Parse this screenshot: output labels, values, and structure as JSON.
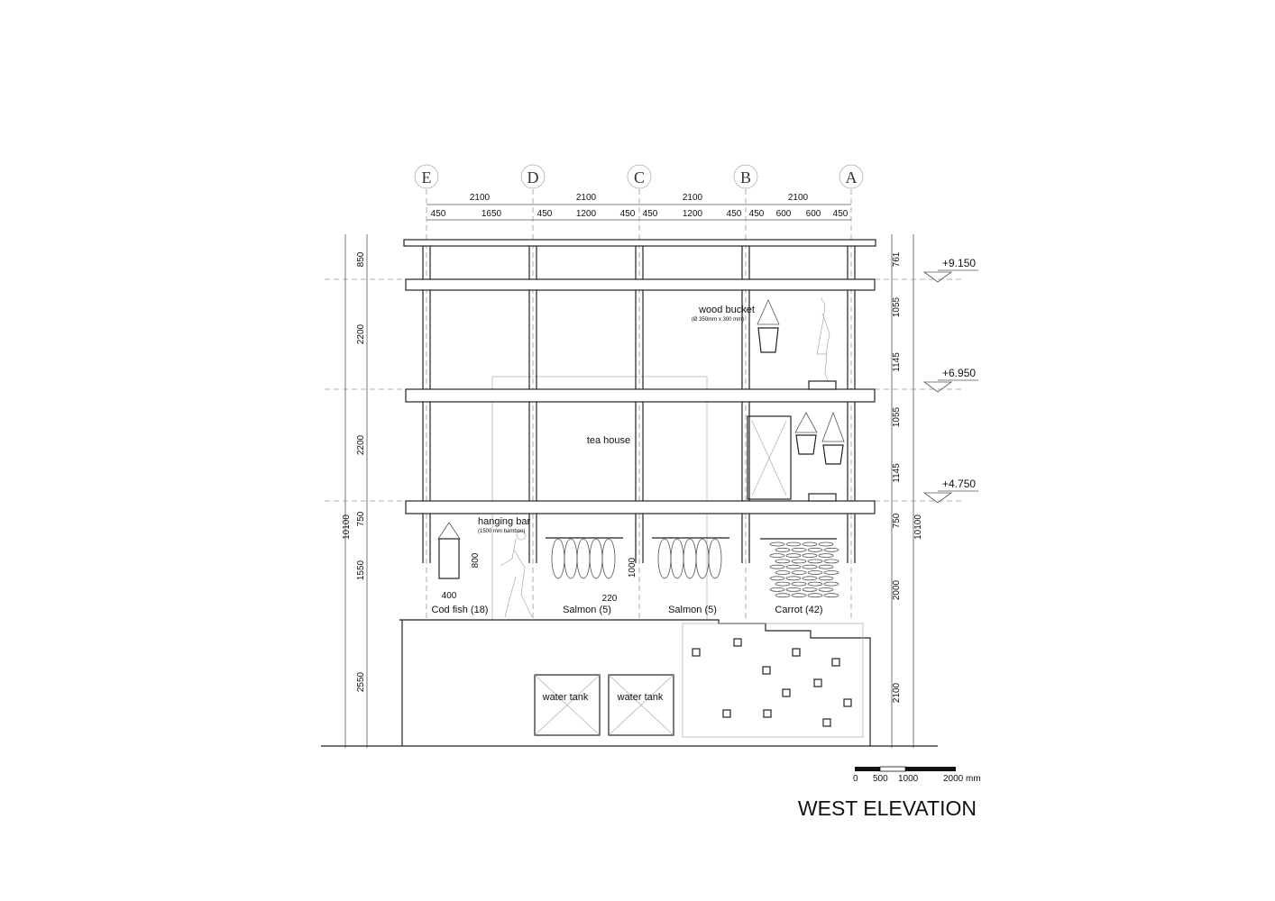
{
  "title": "WEST ELEVATION",
  "grid_axes": [
    "E",
    "D",
    "C",
    "B",
    "A"
  ],
  "top_dims": {
    "bays": [
      "2100",
      "2100",
      "2100",
      "2100"
    ],
    "sub": [
      [
        "450",
        "1650"
      ],
      [
        "450",
        "1200",
        "450"
      ],
      [
        "450",
        "1200",
        "450"
      ],
      [
        "450",
        "600",
        "600",
        "450"
      ]
    ]
  },
  "left_dims": {
    "total": "10100",
    "segments": [
      "850",
      "2200",
      "2200",
      "750",
      "1550",
      "2550"
    ]
  },
  "right_dims": {
    "total": "10100",
    "segments": [
      "761",
      "1055",
      "1145",
      "1055",
      "1145",
      "750",
      "2000",
      "2100"
    ]
  },
  "levels": [
    "+9.150",
    "+6.950",
    "+4.750"
  ],
  "labels": {
    "wood_bucket": "wood bucket",
    "wood_bucket_size": "(Ø 350mm x 300 mm)",
    "tea_house": "tea house",
    "hanging_bar": "hanging bar",
    "hanging_bar_note": "(1500 mm bamboo)",
    "cod": "Cod fish (18)",
    "salmon1": "Salmon (5)",
    "salmon2": "Salmon (5)",
    "carrot": "Carrot (42)",
    "cod_h": "800",
    "cod_w": "400",
    "salmon_h": "1000",
    "salmon_w": "220",
    "tank1": "water tank",
    "tank2": "water tank"
  },
  "scale_bar": {
    "ticks": [
      "0",
      "500",
      "1000",
      "2000 mm"
    ]
  }
}
